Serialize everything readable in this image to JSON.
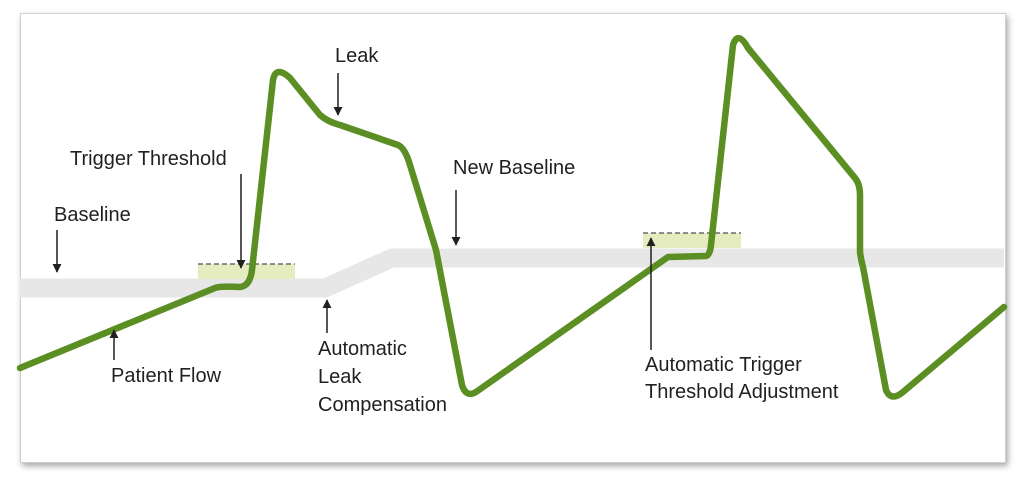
{
  "colors": {
    "signal": "#5b8e23",
    "baseline_band": "#e6e7e6",
    "threshold_fill": "#e5ecc0",
    "threshold_dash": "#6b6b6b",
    "arrow": "#231f20",
    "text": "#231f20"
  },
  "labels": {
    "leak": "Leak",
    "trigger_threshold": "Trigger Threshold",
    "new_baseline": "New Baseline",
    "baseline": "Baseline",
    "patient_flow": "Patient Flow",
    "auto_leak_line1": "Automatic",
    "auto_leak_line2": "Leak",
    "auto_leak_line3": "Compensation",
    "auto_trigger_line1": "Automatic Trigger",
    "auto_trigger_line2": "Threshold Adjustment"
  }
}
